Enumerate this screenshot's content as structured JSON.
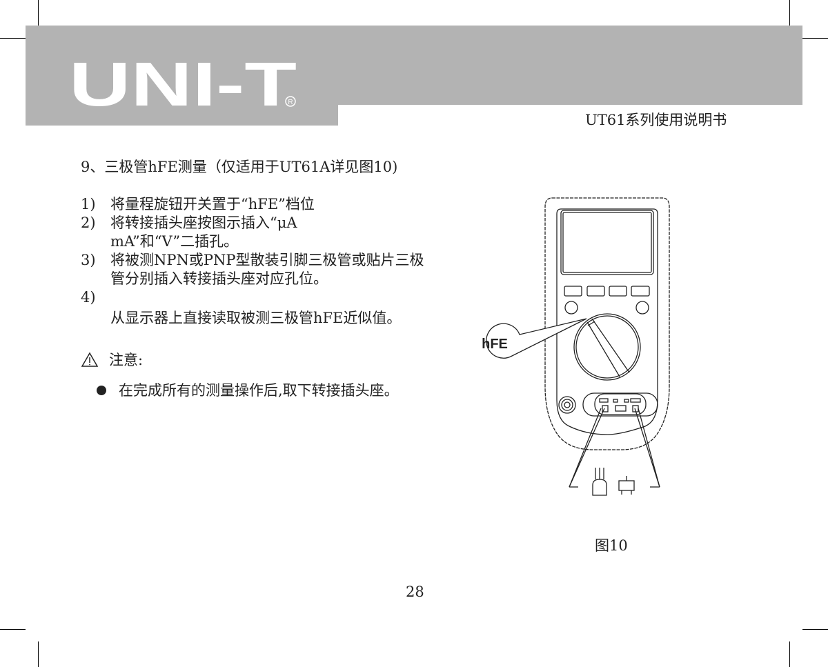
{
  "header": {
    "brand": "UNI-T",
    "registered_mark": "®",
    "doc_title": "UT61系列使用说明书"
  },
  "section": {
    "heading": "9、三极管hFE测量（仅适用于UT61A详见图10)",
    "steps": [
      {
        "num": "1)",
        "text": "将量程旋钮开关置于“hFE”档位"
      },
      {
        "num": "2)",
        "text": "将转接插头座按图示插入“μA",
        "cont": "mA”和“V”二插孔。"
      },
      {
        "num": "3)",
        "text": "将被测NPN或PNP型散装引脚三极管或贴片三极",
        "cont": "管分别插入转接插头座对应孔位。"
      },
      {
        "num": "4)",
        "text": "从显示器上直接读取被测三极管hFE近似值。"
      }
    ],
    "note_icon": "warning-triangle-icon",
    "note_label": "注意:",
    "bullets": [
      "在完成所有的测量操作后,取下转接插头座。"
    ]
  },
  "figure": {
    "callout": "hFE",
    "caption": "图10"
  },
  "page_number": "28",
  "colors": {
    "band": "#b3b3b3",
    "text": "#222222"
  }
}
